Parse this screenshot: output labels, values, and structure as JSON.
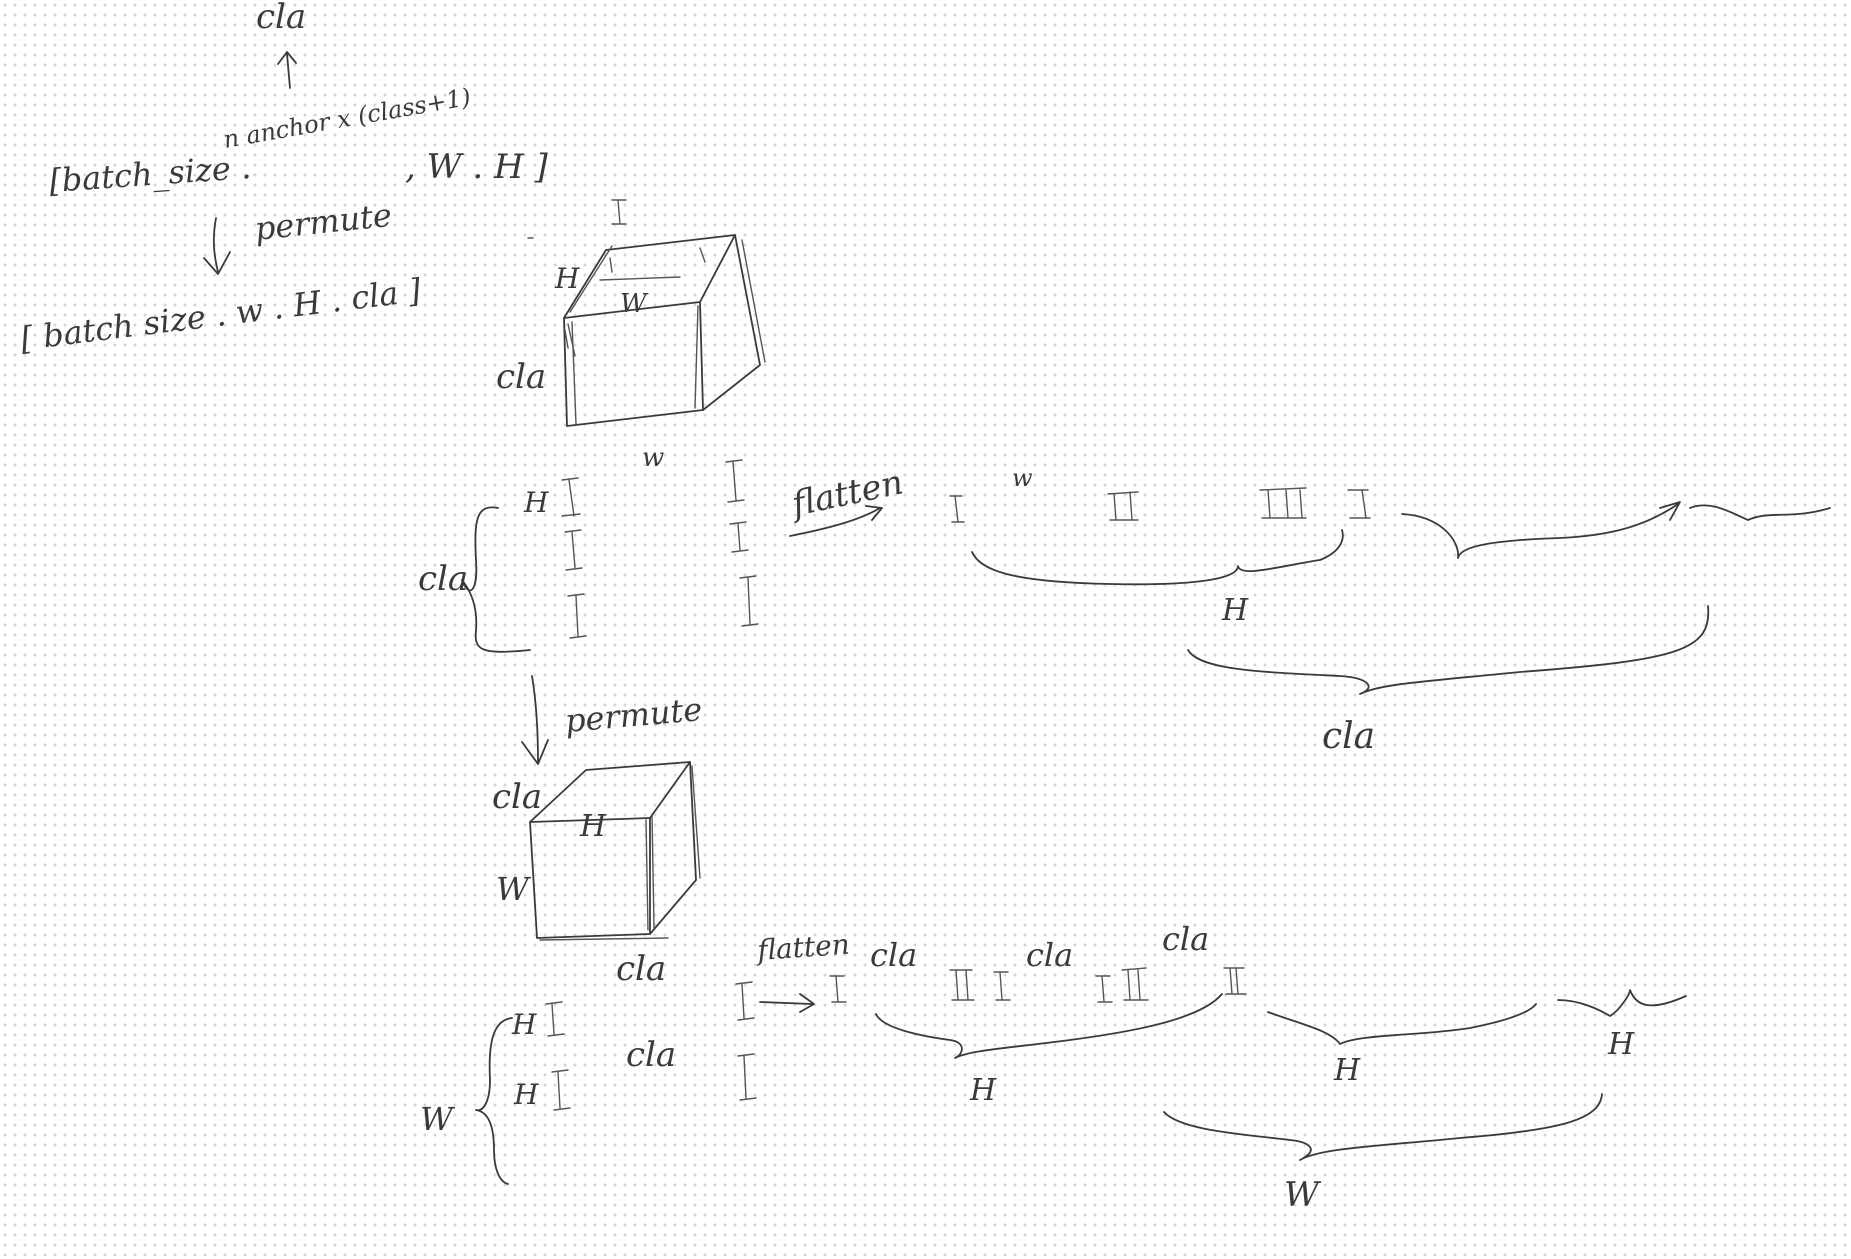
{
  "labels": {
    "cla_top": "cla",
    "anchor_expr": "n anchor x (class+1)",
    "batch_open": "[batch_size .",
    "wh_close": ", W . H ]",
    "permute": "permute",
    "batch_perm": "[ batch size . w . H . cla ]",
    "box1_H": "H",
    "box1_W": "W",
    "box1_cla": "cla",
    "box1_w_below": "w",
    "slice_H": "H",
    "slice_cla": "cla",
    "flatten1": "flatten",
    "flat1_w": "w",
    "flat1_H": "H",
    "flat1_cla": "cla",
    "permute2": "permute",
    "box2_cla_top": "cla",
    "box2_H": "H",
    "box2_W": "W",
    "box2_cla_below": "cla",
    "slice2_H1": "H",
    "slice2_H2": "H",
    "slice2_W": "W",
    "slice2_cla": "cla",
    "flatten2": "flatten",
    "flat2_cla1": "cla",
    "flat2_cla2": "cla",
    "flat2_cla3": "cla",
    "flat2_H1": "H",
    "flat2_H2": "H",
    "flat2_H3": "H",
    "flat2_W": "W"
  }
}
